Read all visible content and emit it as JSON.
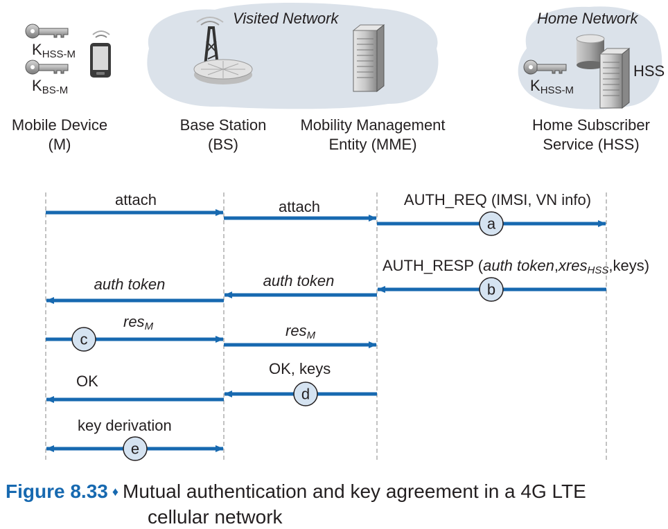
{
  "clouds": {
    "visited": "Visited Network",
    "home": "Home Network"
  },
  "keys": {
    "hss_m": "K",
    "hss_m_sub": "HSS-M",
    "bs_m": "K",
    "bs_m_sub": "BS-M",
    "home_hss_m": "K",
    "home_hss_m_sub": "HSS-M"
  },
  "hss_tag": "HSS",
  "entities": [
    {
      "line1": "Mobile Device",
      "line2": "(M)"
    },
    {
      "line1": "Base Station",
      "line2": "(BS)"
    },
    {
      "line1": "Mobility Management",
      "line2": "Entity (MME)"
    },
    {
      "line1": "Home Subscriber",
      "line2": "Service (HSS)"
    }
  ],
  "messages": {
    "attach_1": "attach",
    "attach_2": "attach",
    "auth_req": "AUTH_REQ (IMSI, VN info)",
    "auth_resp_a": "AUTH_RESP (",
    "auth_resp_b": "auth token",
    "auth_resp_c": ",",
    "auth_resp_d": "xres",
    "auth_resp_e": "HSS",
    "auth_resp_f": ",keys)",
    "auth_token_1": "auth token",
    "auth_token_2": "auth token",
    "res_1": "res",
    "res_1_sub": "M",
    "res_2": "res",
    "res_2_sub": "M",
    "ok_keys": "OK, keys",
    "ok": "OK",
    "key_derivation": "key derivation"
  },
  "steps": [
    "a",
    "b",
    "c",
    "d",
    "e"
  ],
  "caption": {
    "number": "Figure 8.33",
    "separator": "♦",
    "text_line1": "Mutual authentication and key agreement in a 4G LTE",
    "text_line2": "cellular network"
  },
  "colors": {
    "arrow": "#1769b0",
    "cloud": "#dbe2ea",
    "circle_fill": "#d5e3f1",
    "text": "#231f20",
    "caption_accent": "#1769b0"
  }
}
